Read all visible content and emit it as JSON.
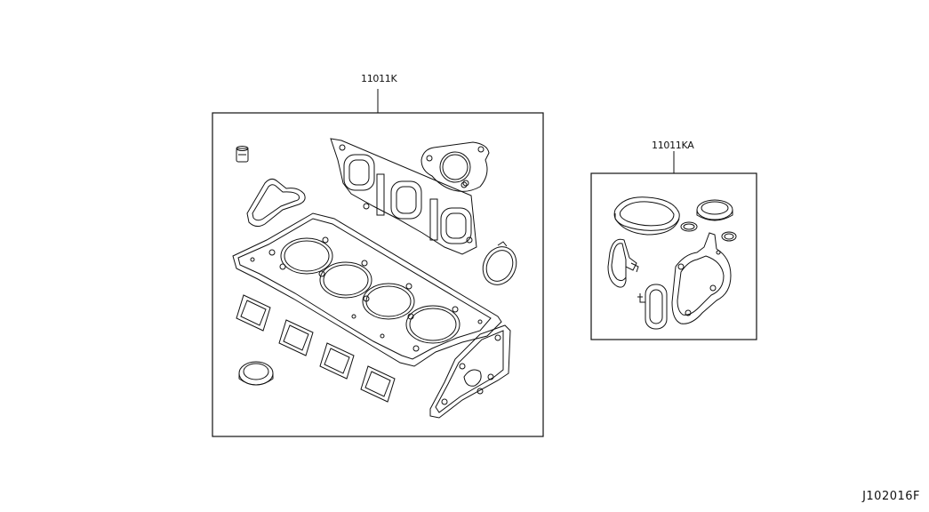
{
  "parts": [
    {
      "part_number": "11011K"
    },
    {
      "part_number": "11011KA"
    }
  ],
  "diagram_code": "J102016F"
}
